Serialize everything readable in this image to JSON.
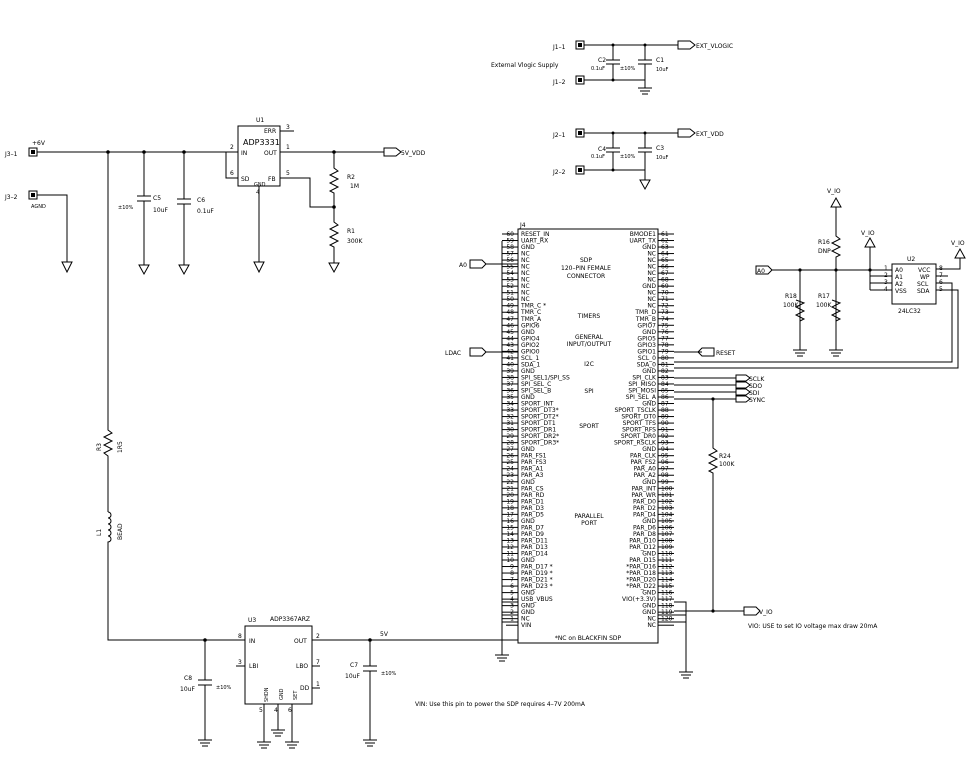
{
  "jumpers": {
    "j3_1": "J3–1",
    "j3_2": "J3–2",
    "j1_1": "J1–1",
    "j1_2": "J1–2",
    "j2_1": "J2–1",
    "j2_2": "J2–2"
  },
  "nets": {
    "p6v": "+6V",
    "agnd": "AGND",
    "v5_vdd": "5V_VDD",
    "ext_vlogic": "EXT_VLOGIC",
    "ext_vdd": "EXT_VDD",
    "v_io": "V_IO",
    "a0": "A0",
    "ldac": "LDAC",
    "reset": "RESET",
    "sclk": "SCLK",
    "sdo": "SDO",
    "sdi": "SDI",
    "sync": "SYNC",
    "v5": "5V",
    "ext_vlogic_supply": "External Vlogic Supply"
  },
  "u1": {
    "ref": "U1",
    "part": "ADP3331",
    "pins": {
      "err": "ERR",
      "in": "IN",
      "out": "OUT",
      "sd": "SD",
      "fb": "FB",
      "gnd": "GND"
    },
    "nums": {
      "err": "3",
      "in": "2",
      "out": "1",
      "sd": "6",
      "fb": "5",
      "gnd": "4"
    }
  },
  "u2": {
    "ref": "U2",
    "part": "24LC32",
    "pins": {
      "a0": "A0",
      "a1": "A1",
      "a2": "A2",
      "vss": "VSS",
      "vcc": "VCC",
      "wp": "WP",
      "scl": "SCL",
      "sda": "SDA"
    },
    "nums": {
      "a0": "1",
      "a1": "2",
      "a2": "3",
      "vss": "4",
      "vcc": "8",
      "wp": "7",
      "scl": "6",
      "sda": "5"
    }
  },
  "u3": {
    "ref": "U3",
    "part": "ADP3367ARZ",
    "pins": {
      "in": "IN",
      "out": "OUT",
      "lbi": "LBI",
      "lbo": "LBO",
      "dd": "DD",
      "shdn": "SHDN",
      "gnd": "GND",
      "set": "SET"
    },
    "nums": {
      "in": "8",
      "out": "2",
      "lbi": "3",
      "lbo": "7",
      "dd": "1",
      "shdn": "5",
      "gnd": "4",
      "set": "6"
    }
  },
  "passives": {
    "r1": {
      "ref": "R1",
      "val": "300K"
    },
    "r2": {
      "ref": "R2",
      "val": "1M"
    },
    "r3": {
      "ref": "R3",
      "val": "1R5"
    },
    "l1": {
      "ref": "L1",
      "val": "BEAD"
    },
    "r16": {
      "ref": "R16",
      "val": "DNP"
    },
    "r17": {
      "ref": "R17",
      "val": "100K"
    },
    "r18": {
      "ref": "R18",
      "val": "100K"
    },
    "r24": {
      "ref": "R24",
      "val": "100K"
    },
    "c1": {
      "ref": "C1",
      "val": "10uF"
    },
    "c2": {
      "ref": "C2",
      "val": "0.1uF"
    },
    "c3": {
      "ref": "C3",
      "val": "10uF"
    },
    "c4": {
      "ref": "C4",
      "val": "0.1uF"
    },
    "c5": {
      "ref": "C5",
      "val": "10uF"
    },
    "c6": {
      "ref": "C6",
      "val": "0.1uF"
    },
    "c7": {
      "ref": "C7",
      "val": "10uF"
    },
    "c8": {
      "ref": "C8",
      "val": "10uF"
    },
    "tol": "±10%"
  },
  "j4": {
    "ref": "J4",
    "title": [
      "SDP",
      "120–PIN FEMALE",
      "CONNECTOR"
    ],
    "sections": [
      "TIMERS",
      "GENERAL",
      "INPUT/OUTPUT",
      "I2C",
      "SPI",
      "SPORT",
      "PARALLEL",
      "PORT"
    ],
    "footer": "*NC on BLACKFIN SDP",
    "left": [
      [
        "60",
        "RESET_IN"
      ],
      [
        "59",
        "UART_RX"
      ],
      [
        "58",
        "GND"
      ],
      [
        "57",
        "NC"
      ],
      [
        "56",
        "NC"
      ],
      [
        "55",
        "NC"
      ],
      [
        "54",
        "NC"
      ],
      [
        "53",
        "NC"
      ],
      [
        "52",
        "NC"
      ],
      [
        "51",
        "NC"
      ],
      [
        "50",
        "NC"
      ],
      [
        "49",
        "TMR_C *"
      ],
      [
        "48",
        "TMR_C"
      ],
      [
        "47",
        "TMR_A"
      ],
      [
        "46",
        "GPIO6"
      ],
      [
        "45",
        "GND"
      ],
      [
        "44",
        "GPIO4"
      ],
      [
        "43",
        "GPIO2"
      ],
      [
        "42",
        "GPIO0"
      ],
      [
        "41",
        "SCL_1"
      ],
      [
        "40",
        "SDA_1"
      ],
      [
        "39",
        "GND"
      ],
      [
        "38",
        "SPI_SEL1/SPI_SS"
      ],
      [
        "37",
        "SPI_SEL_C"
      ],
      [
        "36",
        "SPI_SEL_B"
      ],
      [
        "35",
        "GND"
      ],
      [
        "34",
        "SPORT_INT"
      ],
      [
        "33",
        "SPORT_DT3*"
      ],
      [
        "32",
        "SPORT_DT2*"
      ],
      [
        "31",
        "SPORT_DT1"
      ],
      [
        "30",
        "SPORT_DR1"
      ],
      [
        "29",
        "SPORT_DR2*"
      ],
      [
        "28",
        "SPORT_DR3*"
      ],
      [
        "27",
        "GND"
      ],
      [
        "26",
        "PAR_FS1"
      ],
      [
        "25",
        "PAR_FS3"
      ],
      [
        "24",
        "PAR_A1"
      ],
      [
        "23",
        "PAR_A3"
      ],
      [
        "22",
        "GND"
      ],
      [
        "21",
        "PAR_CS"
      ],
      [
        "20",
        "PAR_RD"
      ],
      [
        "19",
        "PAR_D1"
      ],
      [
        "18",
        "PAR_D3"
      ],
      [
        "17",
        "PAR_D5"
      ],
      [
        "16",
        "GND"
      ],
      [
        "15",
        "PAR_D7"
      ],
      [
        "14",
        "PAR_D9"
      ],
      [
        "13",
        "PAR_D11"
      ],
      [
        "12",
        "PAR_D13"
      ],
      [
        "11",
        "PAR_D14"
      ],
      [
        "10",
        "GND"
      ],
      [
        "9",
        "PAR_D17 *"
      ],
      [
        "8",
        "PAR_D19 *"
      ],
      [
        "7",
        "PAR_D21 *"
      ],
      [
        "6",
        "PAR_D23 *"
      ],
      [
        "5",
        "GND"
      ],
      [
        "4",
        "USB_VBUS"
      ],
      [
        "3",
        "GND"
      ],
      [
        "2",
        "GND"
      ],
      [
        "1",
        "NC"
      ],
      [
        "",
        "VIN"
      ]
    ],
    "right": [
      [
        "61",
        "BMODE1"
      ],
      [
        "62",
        "UART_TX"
      ],
      [
        "63",
        "GND"
      ],
      [
        "64",
        "NC"
      ],
      [
        "65",
        "NC"
      ],
      [
        "66",
        "NC"
      ],
      [
        "67",
        "NC"
      ],
      [
        "68",
        "NC"
      ],
      [
        "69",
        "GND"
      ],
      [
        "70",
        "NC"
      ],
      [
        "71",
        "NC"
      ],
      [
        "72",
        "NC"
      ],
      [
        "73",
        "TMR_D"
      ],
      [
        "74",
        "TMR_B"
      ],
      [
        "75",
        "GPIO7"
      ],
      [
        "76",
        "GND"
      ],
      [
        "77",
        "GPIO5"
      ],
      [
        "78",
        "GPIO3"
      ],
      [
        "79",
        "GPIO1"
      ],
      [
        "80",
        "SCL_0"
      ],
      [
        "81",
        "SDA_0"
      ],
      [
        "82",
        "GND"
      ],
      [
        "83",
        "SPI_CLK"
      ],
      [
        "84",
        "SPI_MISO"
      ],
      [
        "85",
        "SPI_MOSI"
      ],
      [
        "86",
        "SPI_SEL_A"
      ],
      [
        "87",
        "GND"
      ],
      [
        "88",
        "SPORT_TSCLK"
      ],
      [
        "89",
        "SPORT_DT0"
      ],
      [
        "90",
        "SPORT_TFS"
      ],
      [
        "91",
        "SPORT_RFS"
      ],
      [
        "92",
        "SPORT_DR0"
      ],
      [
        "93",
        "SPORT_RSCLK"
      ],
      [
        "94",
        "GND"
      ],
      [
        "95",
        "PAR_CLK"
      ],
      [
        "96",
        "PAR_FS2"
      ],
      [
        "97",
        "PAR_A0"
      ],
      [
        "98",
        "PAR_A2"
      ],
      [
        "99",
        "GND"
      ],
      [
        "100",
        "PAR_INT"
      ],
      [
        "101",
        "PAR_WR"
      ],
      [
        "102",
        "PAR_D0"
      ],
      [
        "103",
        "PAR_D2"
      ],
      [
        "104",
        "PAR_D4"
      ],
      [
        "105",
        "GND"
      ],
      [
        "106",
        "PAR_D6"
      ],
      [
        "107",
        "PAR_D8"
      ],
      [
        "108",
        "PAR_D10"
      ],
      [
        "109",
        "PAR_D12"
      ],
      [
        "110",
        "GND"
      ],
      [
        "111",
        "PAR_D15"
      ],
      [
        "112",
        "*PAR_D16"
      ],
      [
        "113",
        "*PAR_D18"
      ],
      [
        "114",
        "*PAR_D20"
      ],
      [
        "115",
        "*PAR_D22"
      ],
      [
        "116",
        "GND"
      ],
      [
        "117",
        "VIO(+3.3V)"
      ],
      [
        "118",
        "GND"
      ],
      [
        "119",
        "GND"
      ],
      [
        "120",
        "NC"
      ],
      [
        "",
        "NC"
      ]
    ]
  },
  "notes": {
    "vio": "VIO: USE to set IO voltage max draw 20mA",
    "vin": "VIN: Use this pin to power the SDP requires 4–7V 200mA"
  }
}
